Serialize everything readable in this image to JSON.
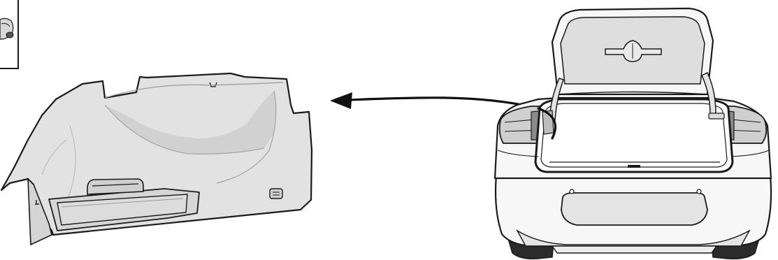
{
  "figure": {
    "kind": "service-manual-illustration",
    "parts": [
      "vehicle-thumbnail-icon",
      "trunk-side-trim-panel",
      "callout-arrow",
      "sedan-rear-view-trunk-open"
    ],
    "colors": {
      "outline": "#1a1a1a",
      "panel_fill": "#e2e2e2",
      "panel_shade": "#cfcfcf",
      "car_body": "#f7f7f7",
      "trunk_lid_inner": "#dedede",
      "tail_light": "#cfcfcf",
      "tire": "#2b2b2b",
      "arrow": "#111111"
    }
  }
}
